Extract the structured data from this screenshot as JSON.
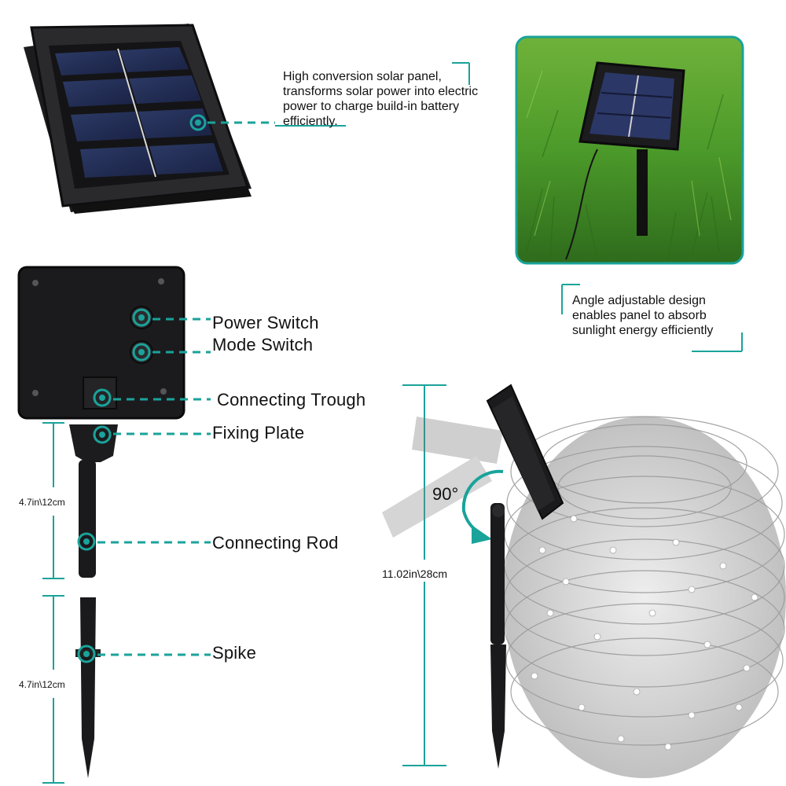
{
  "callouts": {
    "solar_panel": "High conversion solar panel, transforms solar power into electric power to charge build-in battery efficiently.",
    "angle": "Angle adjustable design enables panel to absorb sunlight energy efficiently"
  },
  "parts": {
    "power_switch": "Power Switch",
    "mode_switch": "Mode Switch",
    "connecting_trough": "Connecting Trough",
    "fixing_plate": "Fixing Plate",
    "connecting_rod": "Connecting Rod",
    "spike": "Spike"
  },
  "dimensions": {
    "rod_length": "4.7in\\12cm",
    "spike_length": "4.7in\\12cm",
    "total_height": "11.02in\\28cm",
    "angle": "90°"
  },
  "colors": {
    "teal": "#1aa39a",
    "grass": "#3f8a2b",
    "panel": "#1f1f22"
  }
}
